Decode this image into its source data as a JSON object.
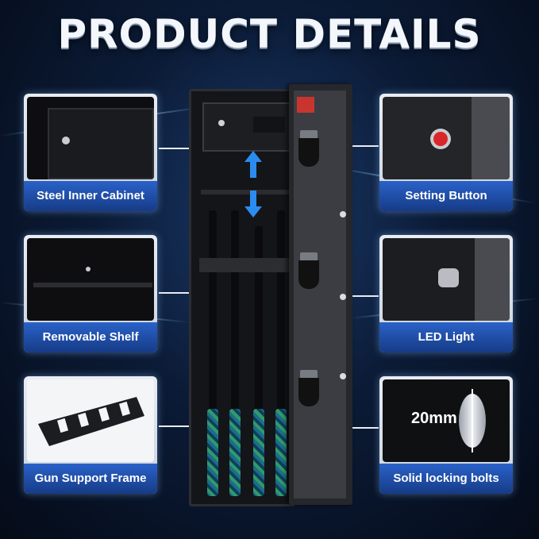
{
  "title": "PRODUCT DETAILS",
  "features": {
    "steel_inner_cabinet": "Steel Inner Cabinet",
    "setting_button": "Setting Button",
    "removable_shelf": "Removable Shelf",
    "led_light": "LED Light",
    "gun_support_frame": "Gun Support Frame",
    "solid_locking_bolts": "Solid locking bolts"
  },
  "bolt_diameter": "20mm",
  "colors": {
    "label_blue": "#1f4fb0",
    "accent_blue": "#2b8cf0",
    "setting_button_red": "#d8262b"
  }
}
